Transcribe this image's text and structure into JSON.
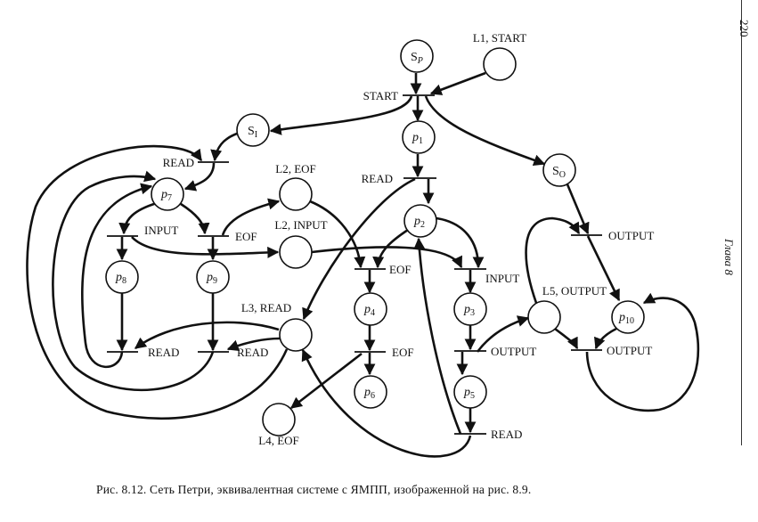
{
  "page": {
    "page_number": "220",
    "running_head": "Глава 8",
    "caption": "Рис. 8.12. Сеть Петри, эквивалентная системе с ЯМПП, изображенной на рис. 8.9."
  },
  "places": {
    "sp": {
      "name": "S",
      "sub": "P"
    },
    "si": {
      "name": "S",
      "sub": "I"
    },
    "so": {
      "name": "S",
      "sub": "O"
    },
    "p1": {
      "name": "p",
      "sub": "1"
    },
    "p2": {
      "name": "p",
      "sub": "2"
    },
    "p3": {
      "name": "p",
      "sub": "3"
    },
    "p4": {
      "name": "p",
      "sub": "4"
    },
    "p5": {
      "name": "p",
      "sub": "5"
    },
    "p6": {
      "name": "p",
      "sub": "6"
    },
    "p7": {
      "name": "p",
      "sub": "7"
    },
    "p8": {
      "name": "p",
      "sub": "8"
    },
    "p9": {
      "name": "p",
      "sub": "9"
    },
    "p10": {
      "name": "p",
      "sub": "10"
    },
    "l1_start": "L1, START",
    "l2_eof": "L2, EOF",
    "l2_input": "L2, INPUT",
    "l3_read": "L3, READ",
    "l4_eof": "L4, EOF",
    "l5_output": "L5, OUTPUT"
  },
  "transitions": {
    "start": "START",
    "read_p1": "READ",
    "read_si": "READ",
    "input_p7": "INPUT",
    "eof_p7": "EOF",
    "eof_p2": "EOF",
    "input_p2": "INPUT",
    "output_so": "OUTPUT",
    "read_p8": "READ",
    "read_p9": "READ",
    "eof_p4": "EOF",
    "output_p3": "OUTPUT",
    "output_p10": "OUTPUT",
    "read_p5": "READ"
  }
}
